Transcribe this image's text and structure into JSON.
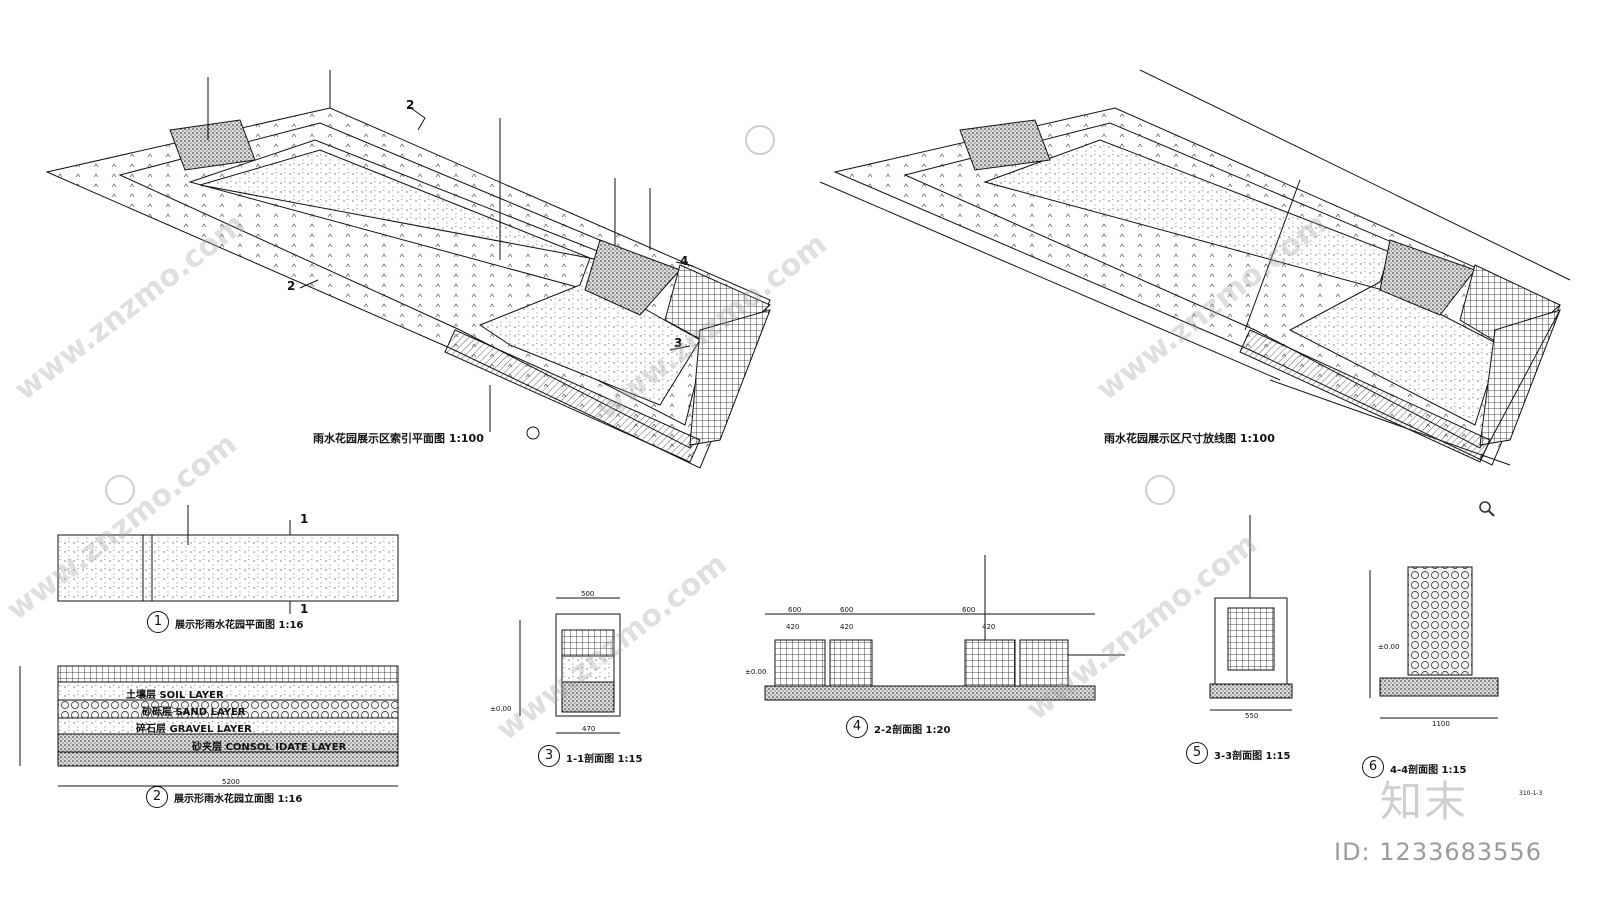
{
  "drawing": {
    "plan_index_title": "雨水花园展示区索引平面图 1:100",
    "plan_dimension_title": "雨水花园展示区尺寸放线图 1:100",
    "details": [
      {
        "num": "1",
        "title": "展示形雨水花园平面图 1:16"
      },
      {
        "num": "2",
        "title": "展示形雨水花园立面图 1:16"
      },
      {
        "num": "3",
        "title": "1-1剖面图 1:15"
      },
      {
        "num": "4",
        "title": "2-2剖面图 1:20"
      },
      {
        "num": "5",
        "title": "3-3剖面图 1:15"
      },
      {
        "num": "6",
        "title": "4-4剖面图 1:15"
      }
    ],
    "section_marks": {
      "m2a": "2",
      "m2b": "2",
      "m3": "3",
      "m4": "4",
      "m1a": "1",
      "m1b": "1"
    },
    "layers": {
      "soil": "土壤层 SOIL LAYER",
      "sand": "砂砾层 SAND LAYER",
      "gravel": "碎石层 GRAVEL LAYER",
      "consolidate": "砂夹层 CONSOL IDATE LAYER"
    },
    "dims": {
      "d1": "600",
      "d2": "600",
      "d3": "600",
      "d4": "420",
      "d5": "420",
      "d6": "420",
      "d7": "500",
      "d8": "470",
      "d9": "550",
      "d10": "1100",
      "d11": "5200",
      "elev1": "±0.00",
      "elev2": "±0.00",
      "elev3": "±0.00"
    },
    "sheet_code": "310-1-3"
  },
  "watermark": {
    "brand": "知末",
    "id": "ID: 1233683556",
    "site": "www.znzmo.com"
  },
  "colors": {
    "line": "#111111",
    "watermark": "#b8b8b8"
  }
}
